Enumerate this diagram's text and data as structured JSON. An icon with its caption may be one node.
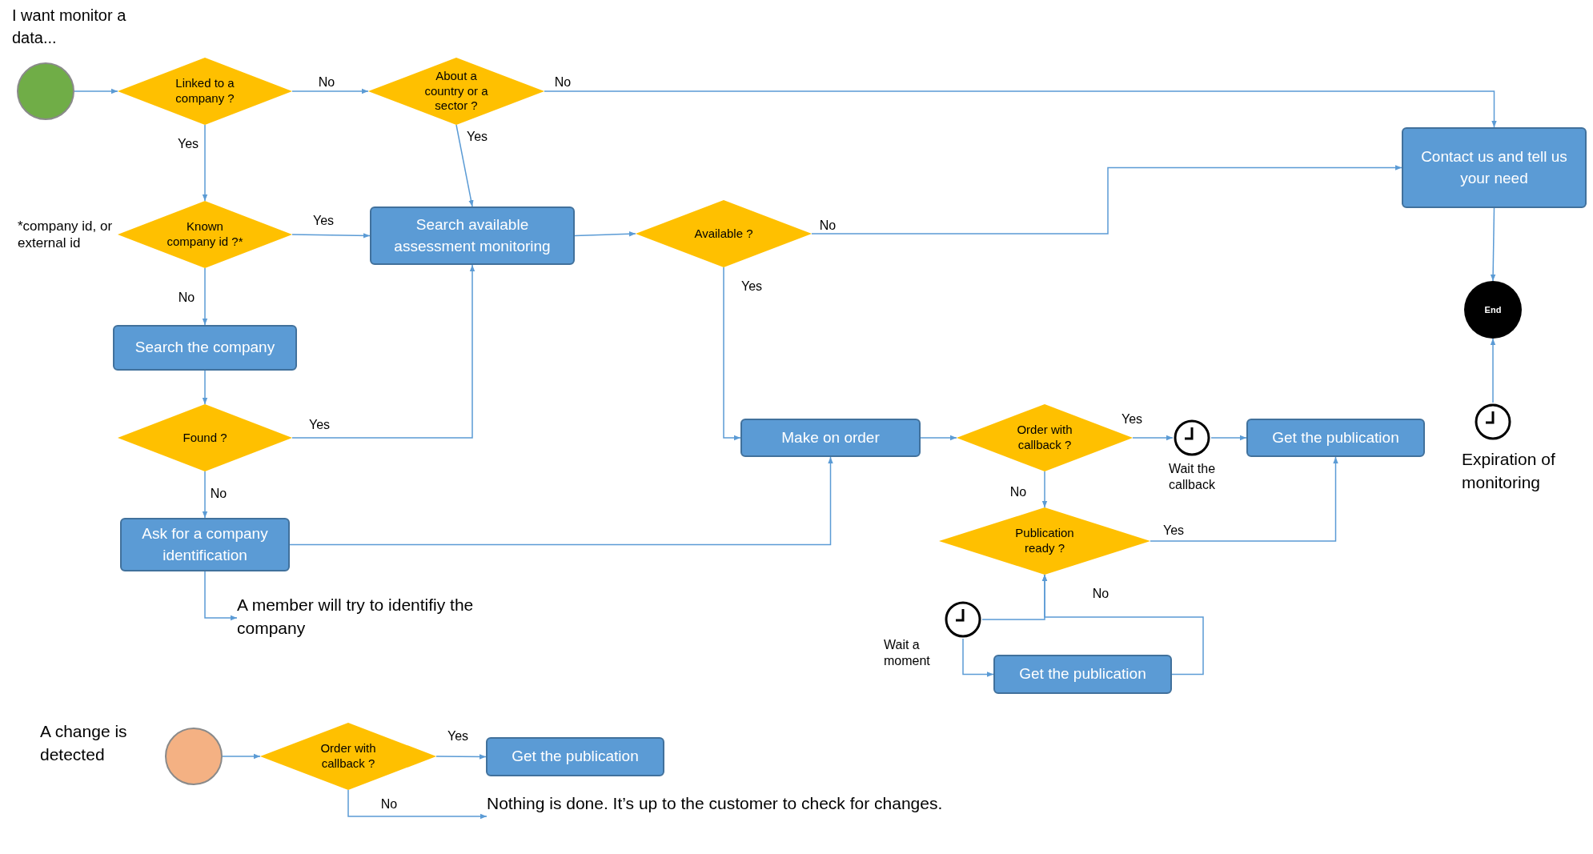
{
  "diagram": {
    "nodes": [
      {
        "text": [],
        "shape": "circle",
        "beside": [
          "I want monitor a data..."
        ]
      },
      {
        "text": [
          "Linked to a company ?"
        ]
      },
      {
        "text": [
          "About a country or a sector ?"
        ]
      },
      {
        "text": [
          "Contact us and tell us your need"
        ]
      },
      {
        "text": [
          "Known company id ?*"
        ],
        "beside": [
          "*company id, or external id"
        ]
      },
      {
        "text": [
          "Search available assessment monitoring"
        ]
      },
      {
        "text": [
          "Available ?"
        ]
      },
      {
        "text": [
          "End"
        ]
      },
      {
        "text": [
          "Search the company"
        ]
      },
      {
        "text": [
          "Found ?"
        ]
      },
      {
        "text": [
          "Make on order"
        ]
      },
      {
        "text": [
          "Order with callback ?"
        ]
      },
      {
        "text": [],
        "shape": "clock",
        "beside": [
          "Wait the callback"
        ]
      },
      {
        "text": [
          "Get the publication"
        ]
      },
      {
        "text": [],
        "shape": "clock",
        "beside": [
          "Expiration of monitoring"
        ]
      },
      {
        "text": [
          "Ask for a company identification"
        ]
      },
      {
        "text": [
          "A member will try to identifiy the company"
        ]
      },
      {
        "text": [
          "Publication ready ?"
        ]
      },
      {
        "text": [],
        "shape": "clock",
        "beside": [
          "Wait a moment"
        ]
      },
      {
        "text": [
          "Get the publication"
        ]
      },
      {
        "text": [],
        "shape": "circle",
        "beside": [
          "A change is detected"
        ]
      },
      {
        "text": [
          "Order with callback ?"
        ]
      },
      {
        "text": [
          "Get the publication"
        ]
      },
      {
        "text": [
          "Nothing is done. It’s up to the customer to check for changes."
        ]
      }
    ],
    "edges": [
      {
        "from": 0,
        "to": 1,
        "arrow": "to"
      },
      {
        "from": 1,
        "to": 2,
        "arrow": "to",
        "label": "No"
      },
      {
        "from": 2,
        "to": 3,
        "arrow": "to",
        "label": "No"
      },
      {
        "from": 1,
        "to": 4,
        "arrow": "to",
        "label": "Yes"
      },
      {
        "from": 2,
        "to": 5,
        "arrow": "to",
        "label": "Yes"
      },
      {
        "from": 4,
        "to": 5,
        "arrow": "to",
        "label": "Yes"
      },
      {
        "from": 4,
        "to": 8,
        "arrow": "to",
        "label": "No"
      },
      {
        "from": 5,
        "to": 6,
        "arrow": "to"
      },
      {
        "from": 6,
        "to": 3,
        "arrow": "to",
        "label": "No"
      },
      {
        "from": 6,
        "to": 10,
        "arrow": "to",
        "label": "Yes"
      },
      {
        "from": 8,
        "to": 9,
        "arrow": "to"
      },
      {
        "from": 9,
        "to": 5,
        "arrow": "to",
        "label": "Yes"
      },
      {
        "from": 9,
        "to": 15,
        "arrow": "to",
        "label": "No"
      },
      {
        "from": 15,
        "to": 10,
        "arrow": "to"
      },
      {
        "from": 15,
        "to": 16,
        "arrow": "to"
      },
      {
        "from": 10,
        "to": 11,
        "arrow": "to"
      },
      {
        "from": 11,
        "to": 12,
        "arrow": "to",
        "label": "Yes"
      },
      {
        "from": 12,
        "to": 13,
        "arrow": "to"
      },
      {
        "from": 11,
        "to": 17,
        "arrow": "to",
        "label": "No"
      },
      {
        "from": 17,
        "to": 13,
        "arrow": "to",
        "label": "Yes"
      },
      {
        "from": 3,
        "to": 7,
        "arrow": "to"
      },
      {
        "from": 14,
        "to": 7,
        "arrow": "to"
      },
      {
        "from": 19,
        "to": 17,
        "arrow": "to",
        "label": "No"
      },
      {
        "from": 18,
        "to": 17,
        "arrow": "to"
      },
      {
        "from": 18,
        "to": 19,
        "arrow": "to"
      },
      {
        "from": 20,
        "to": 21,
        "arrow": "to"
      },
      {
        "from": 21,
        "to": 22,
        "arrow": "to",
        "label": "Yes"
      },
      {
        "from": 21,
        "to": 23,
        "arrow": "to",
        "label": "No"
      }
    ]
  }
}
